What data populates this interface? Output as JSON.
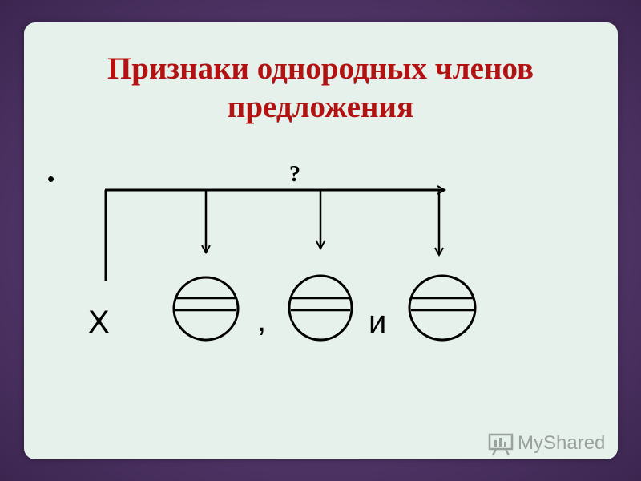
{
  "title": {
    "line1": "Признаки однородных членов",
    "line2": "предложения"
  },
  "bullet": "•",
  "diagram": {
    "question": "?",
    "subject": "Х",
    "separator": ",",
    "conjunction": "и"
  },
  "watermark": "MyShared"
}
